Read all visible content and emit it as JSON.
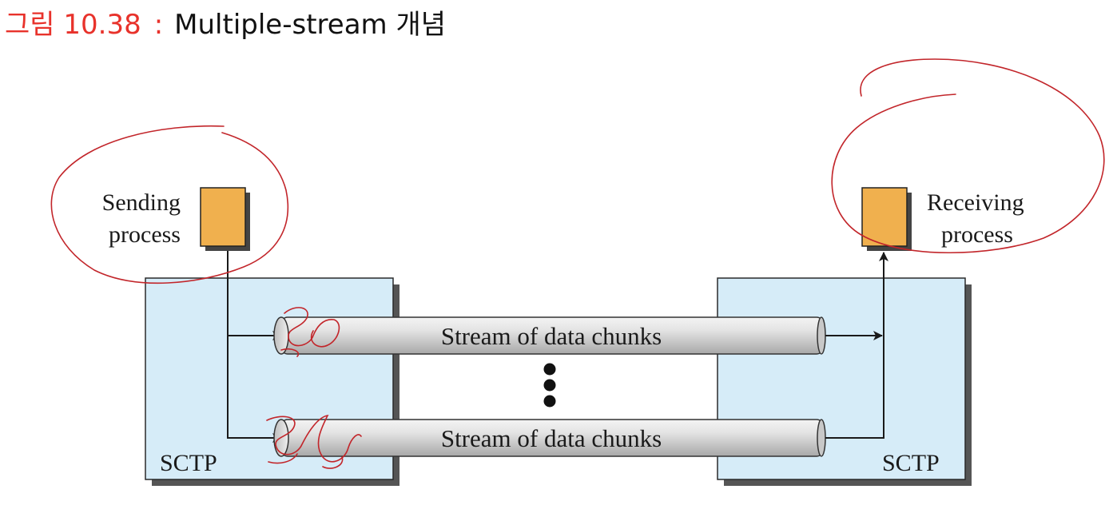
{
  "figure": {
    "label": "그림 10.38",
    "separator": ":",
    "title": "Multiple-stream 개념"
  },
  "sender": {
    "label_line1": "Sending",
    "label_line2": "process",
    "protocol": "SCTP"
  },
  "receiver": {
    "label_line1": "Receiving",
    "label_line2": "process",
    "protocol": "SCTP"
  },
  "streams": [
    {
      "label": "Stream of data chunks"
    },
    {
      "label": "Stream of data chunks"
    }
  ],
  "colors": {
    "process_box": "#f0b04e",
    "sctp_box": "#d6ecf8",
    "annotation": "#c2252a",
    "title_accent": "#e8322b"
  }
}
